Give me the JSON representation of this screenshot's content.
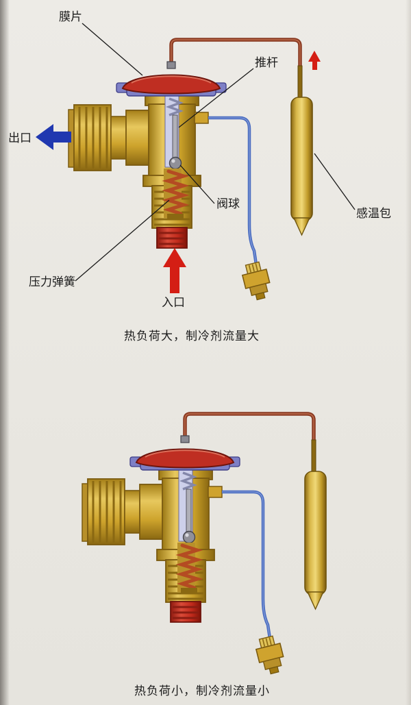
{
  "page": {
    "background": "#e9e7e1",
    "description": "扫描页：热力膨胀阀结构示意图（上下两幅）"
  },
  "captions": {
    "top": "热负荷大，制冷剂流量大",
    "bottom": "热负荷小，制冷剂流量小"
  },
  "labels": {
    "diaphragm": "膜片",
    "push_rod": "推杆",
    "outlet": "出口",
    "valve_ball": "阀球",
    "pressure_spring": "压力弹簧",
    "inlet": "入口",
    "sensing_bulb": "感温包"
  },
  "colors": {
    "brass_body": "#d2a530",
    "brass_dark": "#7a5a10",
    "diaphragm_red": "#bf2e22",
    "housing_purple": "#7e80c6",
    "capillary_brown": "#8a3a22",
    "equalizer_blue": "#4a6cc0",
    "inlet_red": "#c8281c",
    "arrow_red": "#d41e14",
    "arrow_blue": "#2038b0",
    "spring": "#b44b22",
    "leader_line": "#1a1a1a"
  }
}
